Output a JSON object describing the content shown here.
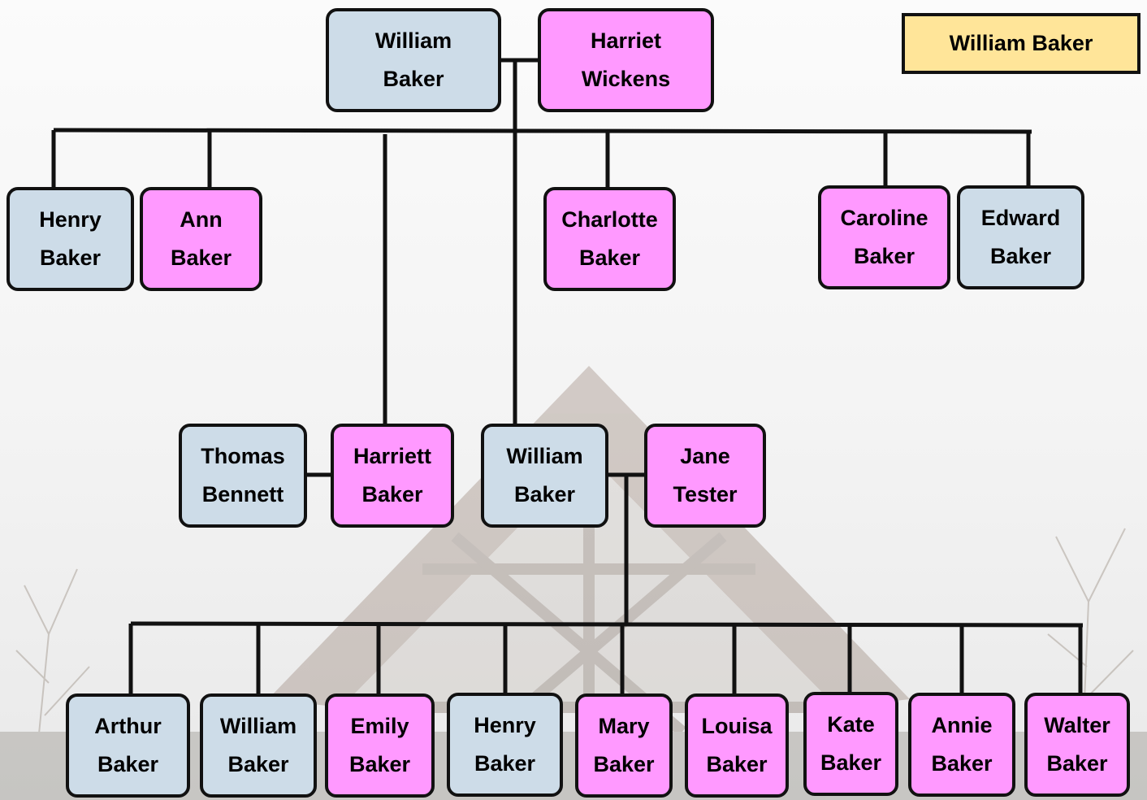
{
  "title": "William Baker",
  "colors": {
    "male": "#cddce8",
    "female": "#ff99ff",
    "title_box": "#ffe599",
    "line": "#111111"
  },
  "people": {
    "william_sr": {
      "first": "William",
      "last": "Baker",
      "gender": "male"
    },
    "harriet_w": {
      "first": "Harriet",
      "last": "Wickens",
      "gender": "female"
    },
    "henry": {
      "first": "Henry",
      "last": "Baker",
      "gender": "male"
    },
    "ann": {
      "first": "Ann",
      "last": "Baker",
      "gender": "female"
    },
    "charlotte": {
      "first": "Charlotte",
      "last": "Baker",
      "gender": "female"
    },
    "caroline": {
      "first": "Caroline",
      "last": "Baker",
      "gender": "female"
    },
    "edward": {
      "first": "Edward",
      "last": "Baker",
      "gender": "male"
    },
    "thomas": {
      "first": "Thomas",
      "last": "Bennett",
      "gender": "male"
    },
    "harriett": {
      "first": "Harriett",
      "last": "Baker",
      "gender": "female"
    },
    "william_jr": {
      "first": "William",
      "last": "Baker",
      "gender": "male"
    },
    "jane": {
      "first": "Jane",
      "last": "Tester",
      "gender": "female"
    },
    "arthur": {
      "first": "Arthur",
      "last": "Baker",
      "gender": "male"
    },
    "william_3": {
      "first": "William",
      "last": "Baker",
      "gender": "male"
    },
    "emily": {
      "first": "Emily",
      "last": "Baker",
      "gender": "female"
    },
    "henry_2": {
      "first": "Henry",
      "last": "Baker",
      "gender": "male"
    },
    "mary": {
      "first": "Mary",
      "last": "Baker",
      "gender": "female"
    },
    "louisa": {
      "first": "Louisa",
      "last": "Baker",
      "gender": "female"
    },
    "kate": {
      "first": "Kate",
      "last": "Baker",
      "gender": "female"
    },
    "annie": {
      "first": "Annie",
      "last": "Baker",
      "gender": "female"
    },
    "walter": {
      "first": "Walter",
      "last": "Baker",
      "gender": "female"
    }
  }
}
